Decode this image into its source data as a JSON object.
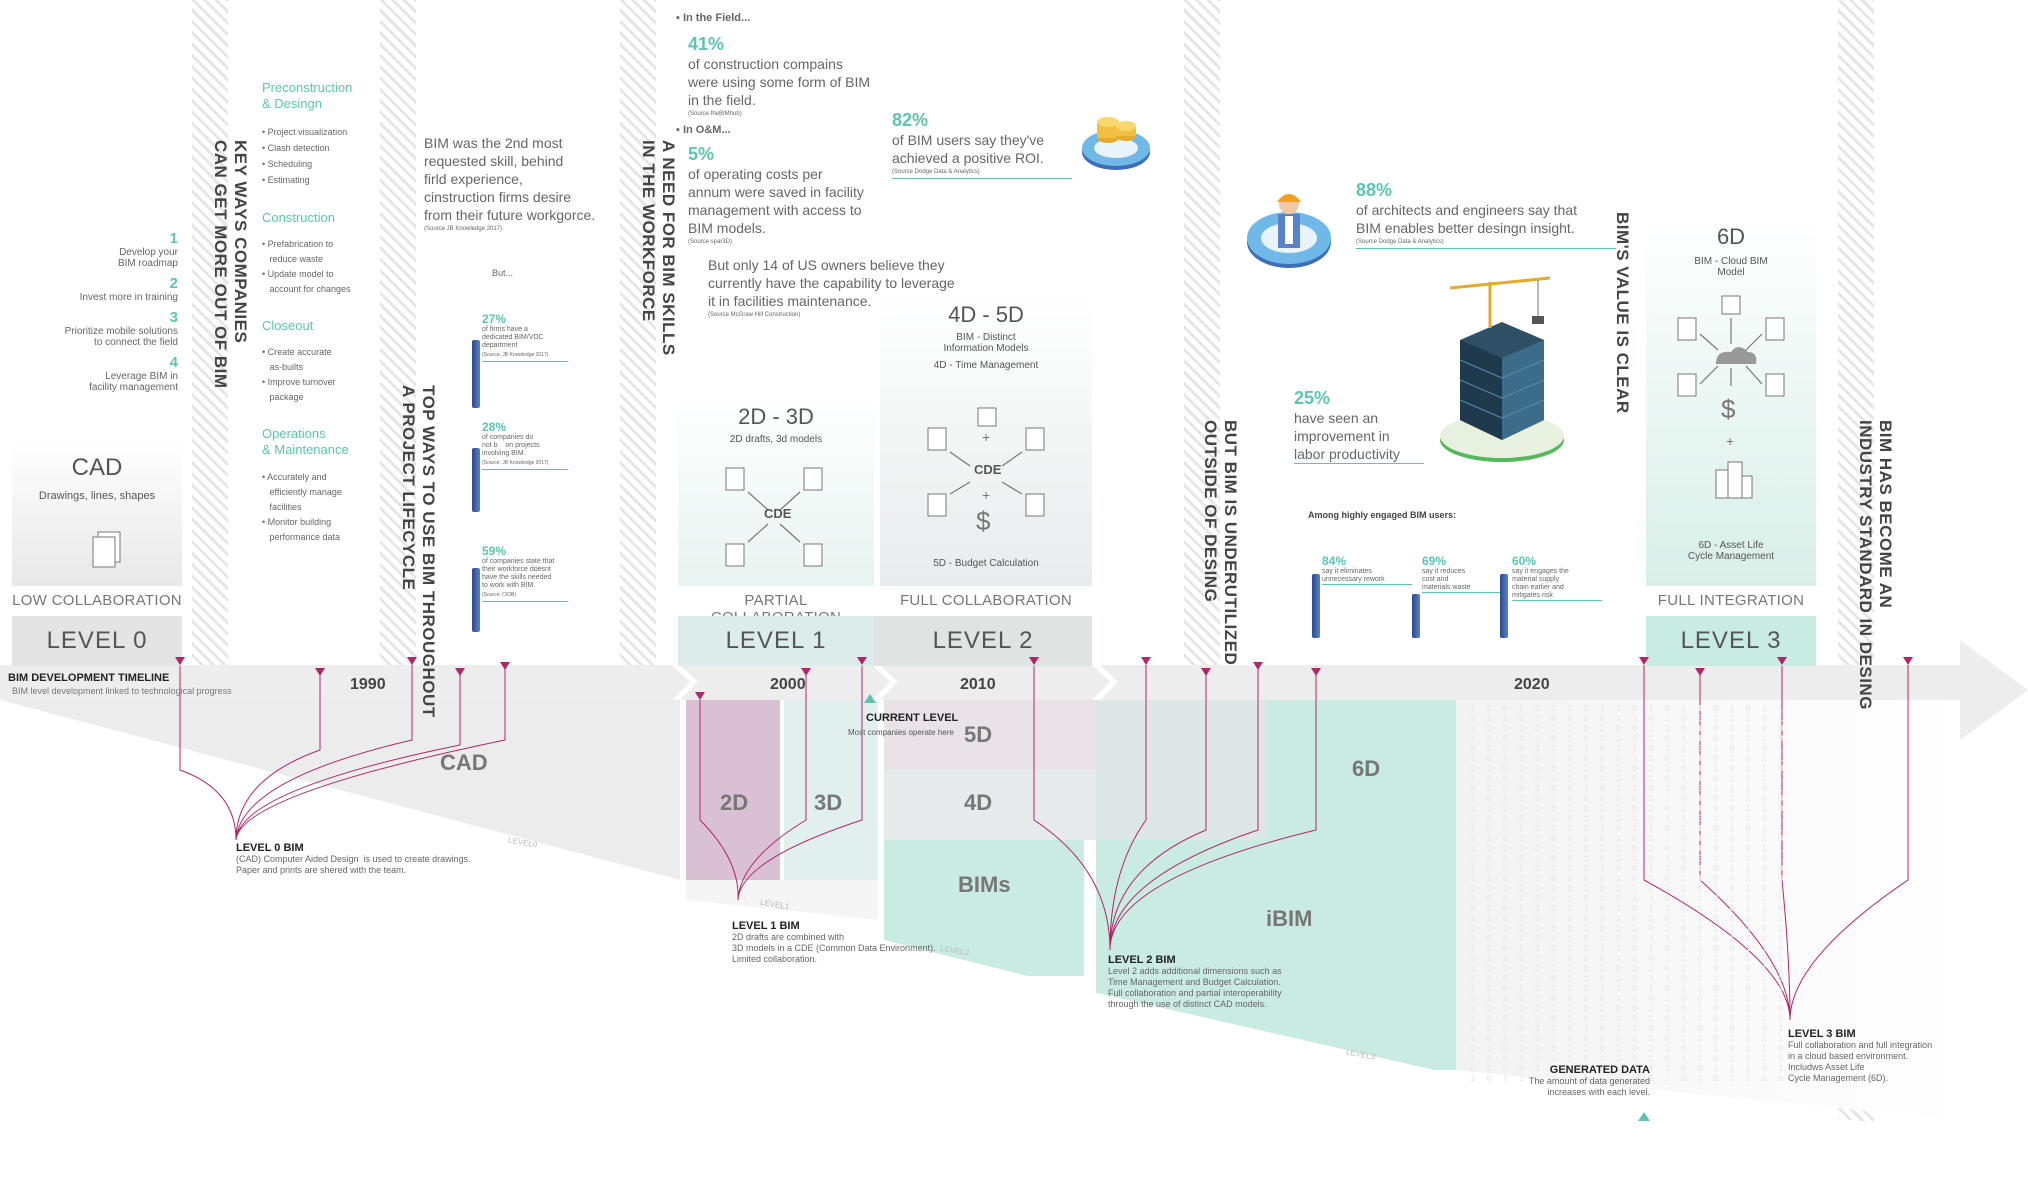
{
  "vertical_headings": {
    "key_ways": "KEY WAYS COMPANIES\nCAN GET MORE OUT OF BIM",
    "top_ways": "TOP WAYS TO USE BIM THROUGHOUT\nA PROJECT LIFECYCLE",
    "need_skills": "A NEED FOR BIM SKILLS\nIN THE WORKFORCE",
    "underutilized": "BUT BIM IS UNDERUTILIZED\nOUTSIDE OF DESING",
    "value_clear": "BIM'S VALUE IS CLEAR",
    "industry_standard": "BIM HAS BECOME AN\nINDUSTRY STANDARD IN DESING"
  },
  "key_ways": [
    {
      "num": "1",
      "text": "Develop your\nBIM roadmap"
    },
    {
      "num": "2",
      "text": "Invest more in training"
    },
    {
      "num": "3",
      "text": "Prioritize mobile solutions\nto connect the field"
    },
    {
      "num": "4",
      "text": "Leverage BIM in\nfacility management"
    }
  ],
  "lifecycle": [
    {
      "title": "Preconstruction\n& Desingn",
      "items": "• Project visualization\n• Clash detection\n• Scheduling\n• Estimating"
    },
    {
      "title": "Construction",
      "items": "• Prefabrication to\n   reduce waste\n• Update model to\n   account for changes"
    },
    {
      "title": "Closeout",
      "items": "• Create accurate\n   as-builts\n• Improve turnover\n   package"
    },
    {
      "title": "Operations\n& Maintenance",
      "items": "• Accurately and\n   efficiently manage\n   facilities\n• Monitor building\n   performance data"
    }
  ],
  "skills": {
    "main": "BIM was the 2nd most\nrequested skill, behind\nfirld experience,\ncinstruction firms desire\nfrom their future workgorce.",
    "source": "(Source JB Knowledge 2017)",
    "but": "But...",
    "stats": [
      {
        "pct": "27%",
        "text": "of firms have a\ndedicated BIM/VDC\ndepartment",
        "source": "(Source: JB Knowledge 2017)"
      },
      {
        "pct": "28%",
        "text": "of companies do\nnot b    on projects\ninvolving BIM.",
        "source": "(Source: JB Knowledge 2017)"
      },
      {
        "pct": "59%",
        "text": "of companies state that\ntheir workforce doesnt\nhave the skills needed\nto work with BIM.",
        "source": "(Source: CIOB)"
      }
    ]
  },
  "field": {
    "heading": "In the Field...",
    "pct": "41%",
    "text": "of construction compains\nwere using some form of BIM\nin the field.",
    "source": "(Source theBIMhub)",
    "om_heading": "In O&M...",
    "om_pct": "5%",
    "om_text": "of operating costs per\nannum were saved in facility\nmanagement with access to\nBIM models.",
    "om_source": "(Source spar3D)",
    "owners": "But only 14 of US owners believe they\ncurrently have the capability to leverage\nit in facilities maintenance.",
    "owners_source": "(Source McGraw Hill Construction)"
  },
  "roi": {
    "pct": "82%",
    "text": "of BIM users say they've\nachieved a positive ROI.",
    "source": "(Source Dodge Data & Analytics)"
  },
  "insight": {
    "pct": "88%",
    "text": "of architects and engineers say that\nBIM enables better desingn insight.",
    "source": "(Source Dodge Data & Analytics)"
  },
  "productivity": {
    "pct": "25%",
    "text": "have seen an\nimprovement in\nlabor productivity"
  },
  "engaged": {
    "heading": "Among highly engaged BIM users:",
    "stats": [
      {
        "pct": "84%",
        "text": "say it eliminates\nunnecessary rework"
      },
      {
        "pct": "69%",
        "text": "say it reduces\ncost and\nmaterials waste"
      },
      {
        "pct": "60%",
        "text": "say it engages the\nmaterial supply\nchain earlier and\nmitigates risk"
      }
    ]
  },
  "cards": {
    "cad": {
      "title": "CAD",
      "sub": "Drawings, lines, shapes"
    },
    "d23": {
      "title": "2D - 3D",
      "sub": "2D drafts, 3d models",
      "cde": "CDE"
    },
    "d45": {
      "title": "4D - 5D",
      "sub": "BIM - Distinct\nInformation Models",
      "time": "4D - Time Management",
      "cde": "CDE",
      "budget": "5D - Budget Calculation"
    },
    "d6": {
      "title": "6D",
      "sub": "BIM - Cloud BIM\nModel",
      "asset": "6D - Asset Life\nCycle Management"
    }
  },
  "collab": {
    "low": "LOW COLLABORATION",
    "partial": "PARTIAL COLLABORATION",
    "full": "FULL COLLABORATION",
    "integration": "FULL INTEGRATION"
  },
  "levels": {
    "l0": "LEVEL 0",
    "l1": "LEVEL 1",
    "l2": "LEVEL 2",
    "l3": "LEVEL 3"
  },
  "timeline": {
    "title": "BIM DEVELOPMENT TIMELINE",
    "subtitle": "BIM level development linked to technological  progress",
    "years": [
      "1990",
      "2000",
      "2010",
      "2020"
    ]
  },
  "current_level": {
    "title": "CURRENT LEVEL",
    "sub": "Most companies operate here"
  },
  "wedge": {
    "cad": "CAD",
    "l0": "LEVEL0",
    "d2": "2D",
    "d3": "3D",
    "l1": "LEVEL1",
    "d5": "5D",
    "d4": "4D",
    "bims": "BIMs",
    "l2": "LEVEL2",
    "d6": "6D",
    "ibim": "iBIM",
    "l3": "LEVEL3"
  },
  "level_desc": {
    "l0": {
      "title": "LEVEL 0 BIM",
      "text": "(CAD) Computer Aided Design  is used to create drawings.\nPaper and prints are shered with the team."
    },
    "l1": {
      "title": "LEVEL 1 BIM",
      "text": "2D drafts are combined with\n3D models in a CDE (Common Data Environment).\nLimited collaboration."
    },
    "l2": {
      "title": "LEVEL 2 BIM",
      "text": "Level 2 adds additional dimensions such as\nTime Management and Budget Calculation.\nFull collaboration and partial interoperability\nthrough the use of distinct CAD models."
    },
    "l3": {
      "title": "LEVEL 3 BIM",
      "text": "Full collaboration and full integration\nin a cloud based environment.\nIncludws Asset Life\nCycle Management (6D)."
    }
  },
  "generated": {
    "title": "GENERATED DATA",
    "text": "The amount of data generated\nincreases with each level."
  },
  "colors": {
    "teal": "#5cc4b0",
    "magenta": "#b0276a",
    "navy": "#2a4a8a",
    "grey": "#e0e0e0"
  }
}
